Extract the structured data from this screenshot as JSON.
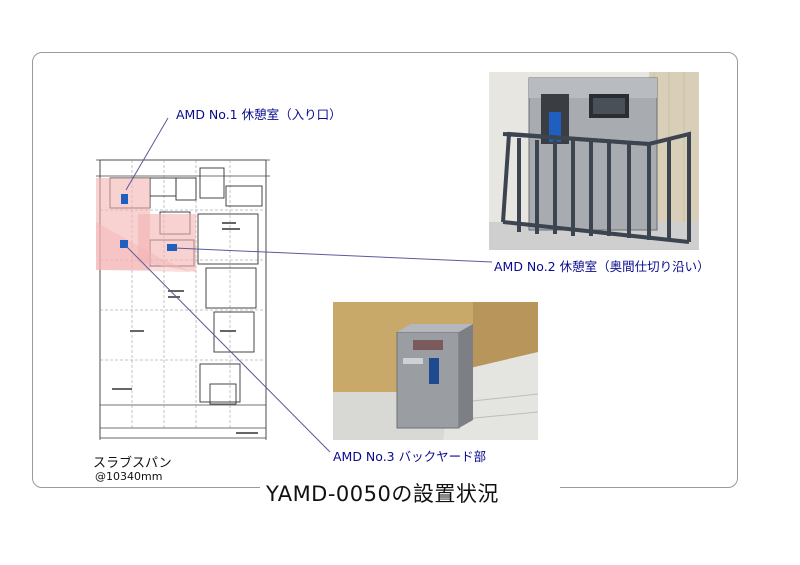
{
  "title": "YAMD-0050の設置状況",
  "labels": {
    "amd1": "AMD No.1 休憩室（入り口）",
    "amd2": "AMD No.2 休憩室（奥間仕切り沿い）",
    "amd3": "AMD No.3  バックヤード部"
  },
  "floorplan": {
    "span_label": "スラブスパン",
    "span_value": "@10340mm"
  },
  "colors": {
    "leader_line": "#5a5a9a",
    "highlight": "#f4b3b3",
    "marker": "#1e5fbf",
    "label_text": "#0a0a90"
  }
}
